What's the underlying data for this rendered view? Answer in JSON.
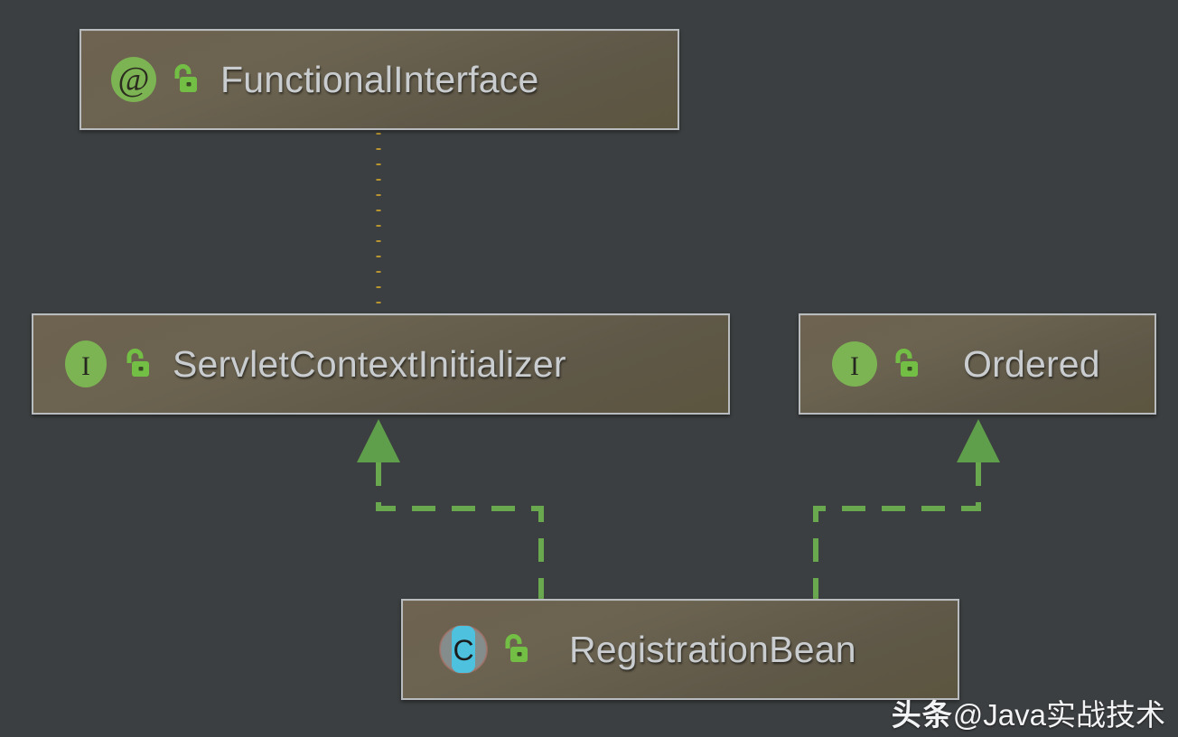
{
  "diagram": {
    "title": "Spring Boot RegistrationBean class hierarchy",
    "background_color": "#3c3f41",
    "node_fill_color": "#6b6350",
    "node_border_color": "#b9bcbe",
    "label_color": "#c9cdd0",
    "implements_edge_color": "#6aa84f",
    "annotation_edge_color": "#b8952f",
    "nodes": [
      {
        "id": "functionalinterface",
        "label": "FunctionalInterface",
        "kind": "annotation",
        "kind_icon": "annotation-at-icon",
        "kind_glyph": "@",
        "visibility": "public",
        "visibility_icon": "open-padlock-icon"
      },
      {
        "id": "servletcontextinitializer",
        "label": "ServletContextInitializer",
        "kind": "interface",
        "kind_icon": "interface-i-icon",
        "kind_glyph": "I",
        "visibility": "public",
        "visibility_icon": "open-padlock-icon"
      },
      {
        "id": "ordered",
        "label": "Ordered",
        "kind": "interface",
        "kind_icon": "interface-i-icon",
        "kind_glyph": "I",
        "visibility": "public",
        "visibility_icon": "open-padlock-icon"
      },
      {
        "id": "registrationbean",
        "label": "RegistrationBean",
        "kind": "class",
        "kind_icon": "class-c-icon",
        "kind_glyph": "C",
        "visibility": "public",
        "visibility_icon": "open-padlock-icon"
      }
    ],
    "edges": [
      {
        "id": "annotation-edge",
        "from": "servletcontextinitializer",
        "to": "functionalinterface",
        "style": "dotted",
        "arrow": "none",
        "color": "#b8952f",
        "relation": "annotated-by"
      },
      {
        "id": "implements-edge-servletcontextinitializer",
        "from": "registrationbean",
        "to": "servletcontextinitializer",
        "style": "dashed",
        "arrow": "hollow-triangle-filled",
        "color": "#6aa84f",
        "relation": "implements"
      },
      {
        "id": "implements-edge-ordered",
        "from": "registrationbean",
        "to": "ordered",
        "style": "dashed",
        "arrow": "hollow-triangle-filled",
        "color": "#6aa84f",
        "relation": "implements"
      }
    ]
  },
  "watermark": {
    "brand": "头条",
    "handle": "@Java实战技术"
  }
}
